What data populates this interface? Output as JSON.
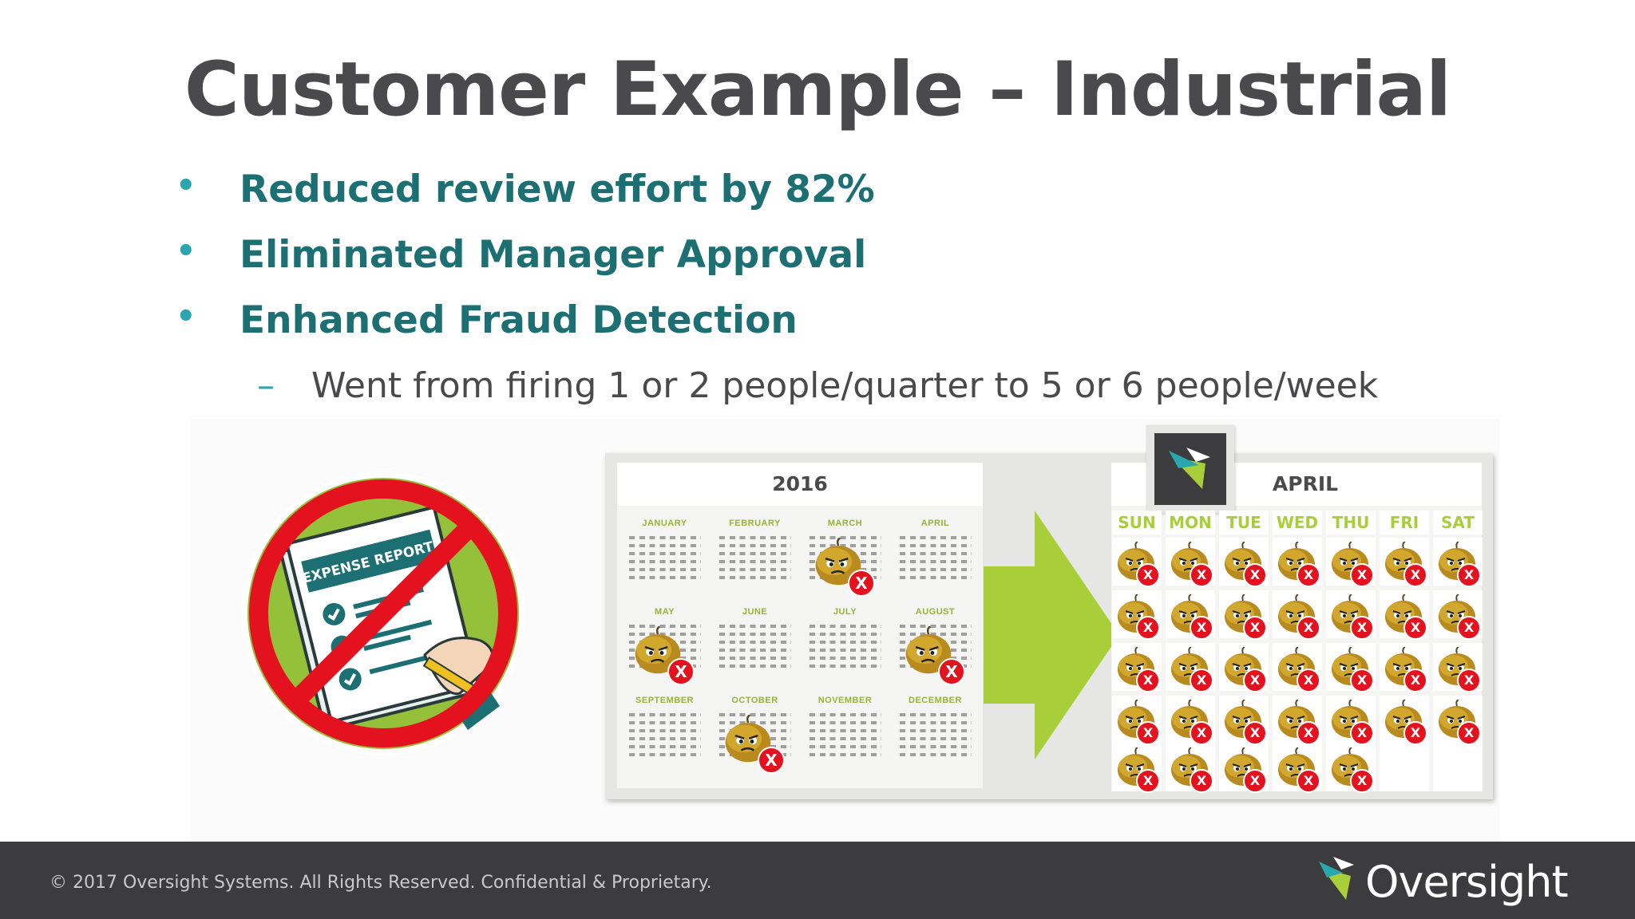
{
  "slide": {
    "title": "Customer Example – Industrial",
    "bullets": [
      {
        "text": "Reduced review effort by 82%"
      },
      {
        "text": "Eliminated Manager Approval"
      },
      {
        "text": "Enhanced Fraud Detection"
      }
    ],
    "bullet_symbol": "•",
    "sub_bullet": {
      "symbol": "–",
      "text": "Went from firing 1 or 2 people/quarter to 5 or 6 people/week"
    }
  },
  "illustration": {
    "no_sign": {
      "label": "EXPENSE REPORTS"
    },
    "year_calendar": {
      "title": "2016",
      "months": [
        "JANUARY",
        "FEBRUARY",
        "MARCH",
        "APRIL",
        "MAY",
        "JUNE",
        "JULY",
        "AUGUST",
        "SEPTEMBER",
        "OCTOBER",
        "NOVEMBER",
        "DECEMBER"
      ],
      "marked_months": [
        "MARCH",
        "MAY",
        "AUGUST",
        "OCTOBER"
      ],
      "mark_label": "X"
    },
    "month_calendar": {
      "title": "APRIL",
      "days": [
        "SUN",
        "MON",
        "TUE",
        "WED",
        "THU",
        "FRI",
        "SAT"
      ],
      "mark_label": "X",
      "marked_days_per_week": [
        7,
        7,
        7,
        7,
        5
      ]
    }
  },
  "colors": {
    "title": "#4a4a4d",
    "bullet_text": "#1c6f72",
    "bullet_dot": "#2aa6b0",
    "accent_green": "#a8cf3a",
    "mark_red": "#e4111e",
    "footer_bg": "#3c3c3f"
  },
  "footer": {
    "copyright": "© 2017 Oversight Systems. All Rights Reserved. Confidential & Proprietary.",
    "brand": "Oversight"
  }
}
